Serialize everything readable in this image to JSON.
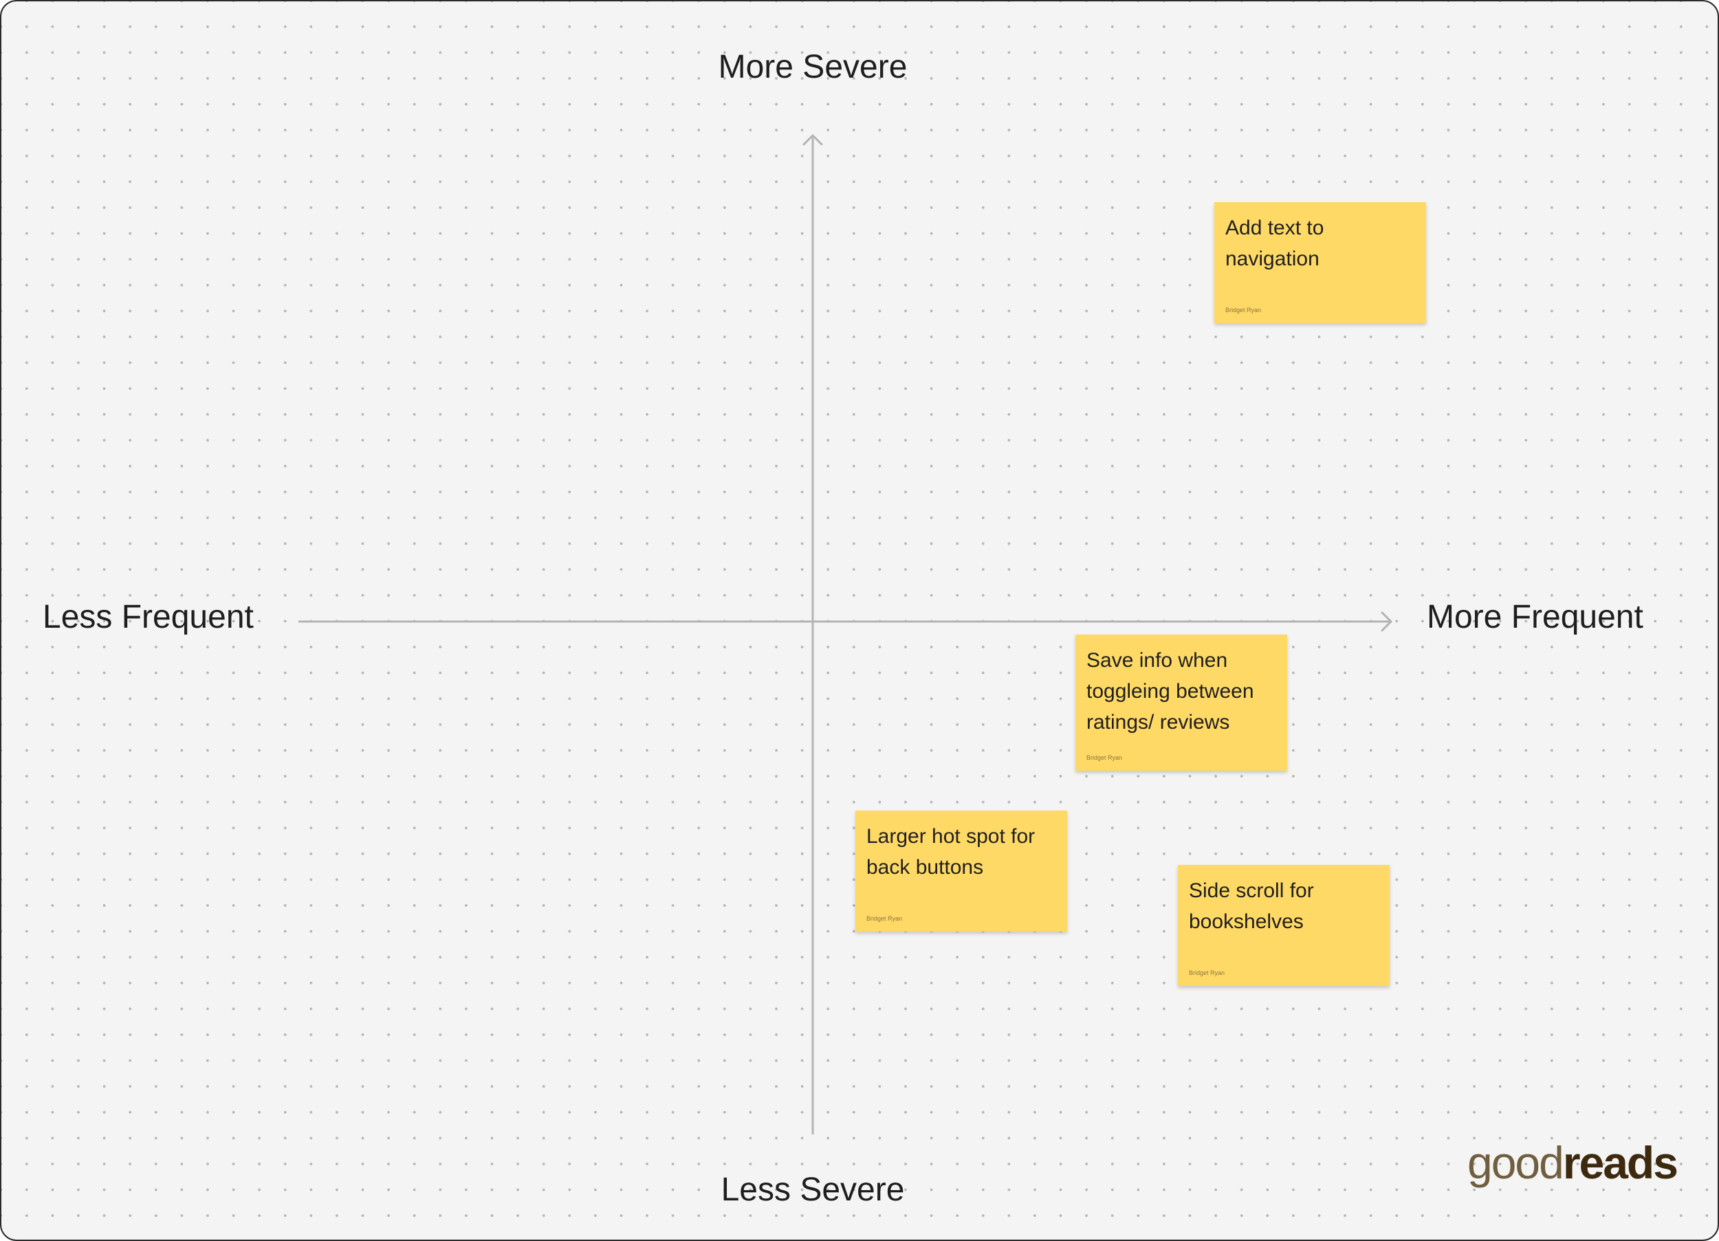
{
  "axes": {
    "top_label": "More Severe",
    "bottom_label": "Less Severe",
    "left_label": "Less Frequent",
    "right_label": "More Frequent"
  },
  "stickies": [
    {
      "lines": [
        "Add text to",
        "navigation"
      ],
      "author": "Bridget Ryan"
    },
    {
      "lines": [
        "Save info when",
        "toggleing between",
        "ratings/ reviews"
      ],
      "author": "Bridget Ryan"
    },
    {
      "lines": [
        "Larger hot spot for",
        "back buttons"
      ],
      "author": "Bridget Ryan"
    },
    {
      "lines": [
        "Side scroll for",
        "bookshelves"
      ],
      "author": "Bridget Ryan"
    }
  ],
  "logo": {
    "part1": "good",
    "part2": "reads"
  },
  "colors": {
    "canvas": "#f4f4f4",
    "sticky": "#ffd966",
    "axis": "#b3b3b3",
    "logo": "#3d2a0e"
  }
}
